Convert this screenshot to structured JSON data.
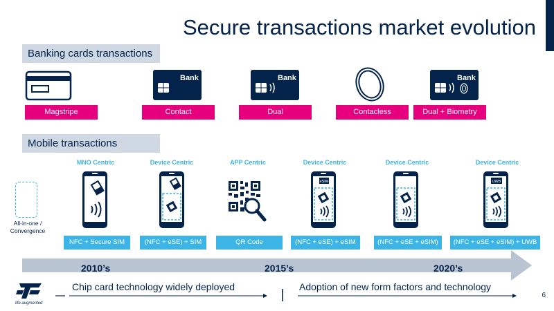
{
  "title": "Secure transactions market evolution",
  "sections": {
    "banking": "Banking cards transactions",
    "mobile": "Mobile transactions"
  },
  "bank_word": "Bank",
  "banking_cards": [
    {
      "label": "Magstripe",
      "icon": "magstripe-card-icon"
    },
    {
      "label": "Contact",
      "icon": "contact-bank-card-icon"
    },
    {
      "label": "Dual",
      "icon": "dual-bank-card-icon"
    },
    {
      "label": "Contacless",
      "icon": "wristband-icon"
    },
    {
      "label": "Dual + Biometry",
      "icon": "biometric-bank-card-icon"
    }
  ],
  "mobile_items": [
    {
      "centric": "MNO Centric",
      "label": "NFC + Secure SIM",
      "icon": "phone-sim-nfc-icon"
    },
    {
      "centric": "Device Centric",
      "label": "(NFC + eSE) + SIM",
      "icon": "phone-ese-sim-icon"
    },
    {
      "centric": "APP Centric",
      "label": "QR Code",
      "icon": "qr-code-magnifier-icon"
    },
    {
      "centric": "Device Centric",
      "label": "(NFC + eSE) + eSIM",
      "icon": "phone-ese-esim-icon"
    },
    {
      "centric": "Device Centric",
      "label": "(NFC + eSE + eSIM)",
      "icon": "phone-integrated-icon"
    },
    {
      "centric": "Device Centric",
      "label": "(NFC + eSE + eSIM) + UWB",
      "icon": "phone-uwb-icon"
    }
  ],
  "esim_chip_text": "eSIM",
  "uwb_chip_text": "UWB",
  "all_in_one": "All-in-one / Convergence",
  "timeline": {
    "years": [
      "2010’s",
      "2015’s",
      "2020’s"
    ],
    "left_caption": "Chip card technology widely deployed",
    "right_caption": "Adoption of new form factors and technology"
  },
  "logo_tagline": "life.augmented",
  "page_number": "6",
  "colors": {
    "navy": "#03234b",
    "pink": "#e6007e",
    "light_blue": "#3cb4e6",
    "band_gray": "#cfd8e3",
    "timeline_gray": "#b9c4d2"
  }
}
